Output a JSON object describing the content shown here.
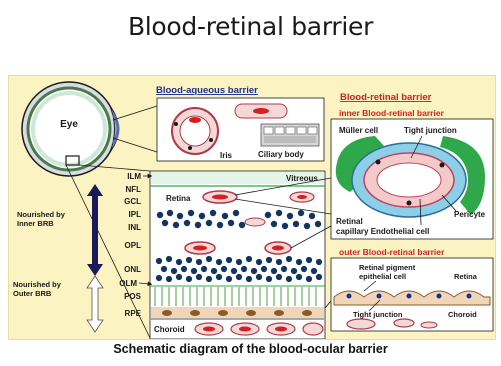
{
  "title": "Blood-retinal barrier",
  "caption": "Schematic diagram of the blood-ocular barrier",
  "labels": {
    "eye": "Eye",
    "iris": "Iris",
    "ciliary_body": "Ciliary body",
    "blood_aqueous": "Blood-aqueous barrier",
    "blood_retinal": "Blood-retinal barrier",
    "inner_brb": "inner Blood-retinal barrier",
    "outer_brb": "outer Blood-retinal barrier",
    "muller_cell": "Müller cell",
    "tight_junction": "Tight junction",
    "pericyte": "Pericyte",
    "retinal_capillary": "Retinal",
    "capillary_endothelial": "capillary Endothelial cell",
    "vitreous": "Vitreous",
    "retina": "Retina",
    "choroid": "Choroid",
    "rpe_cell_1": "Retinal pigment",
    "rpe_cell_2": "epithelial cell",
    "outer_retina": "Retina",
    "outer_tight_junction": "Tight junction",
    "outer_choroid": "Choroid",
    "nourished_inner_1": "Nourished by",
    "nourished_inner_2": "Inner BRB",
    "nourished_outer_1": "Nourished by",
    "nourished_outer_2": "Outer BRB"
  },
  "layers": [
    "ILM",
    "NFL",
    "GCL",
    "IPL",
    "INL",
    "OPL",
    "ONL",
    "OLM",
    "POS",
    "RPE"
  ],
  "colors": {
    "background": "#fbf3c2",
    "header_blue": "#1c2f8f",
    "header_red": "#d42020",
    "vessel": "#c8505a",
    "nuclei": "#12355e",
    "muller": "#2ea84a",
    "vitreous": "#e3f4e8"
  }
}
